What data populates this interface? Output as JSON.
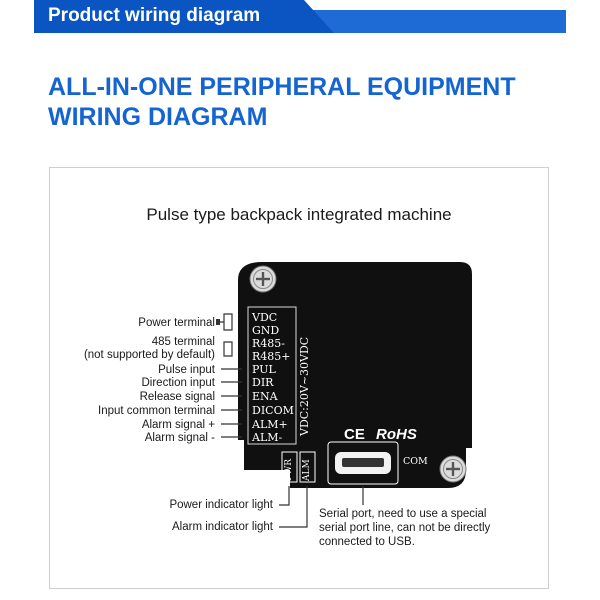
{
  "banner": {
    "title": "Product wiring diagram"
  },
  "heading": {
    "line1": "ALL-IN-ONE PERIPHERAL EQUIPMENT",
    "line2": "WIRING DIAGRAM"
  },
  "diagram": {
    "title": "Pulse type backpack integrated machine",
    "pins": [
      "VDC",
      "GND",
      "R485-",
      "R485+",
      "PUL",
      "DIR",
      "ENA",
      "DICOM",
      "ALM+",
      "ALM-"
    ],
    "labels": {
      "power_terminal": "Power terminal",
      "terminal_485": "485 terminal",
      "terminal_485_note": "(not supported by default)",
      "pulse_input": "Pulse input",
      "direction_input": "Direction input",
      "release_signal": "Release signal",
      "input_common_terminal": "Input common terminal",
      "alarm_signal_plus": "Alarm signal +",
      "alarm_signal_minus": "Alarm signal -",
      "power_indicator_light": "Power indicator light",
      "alarm_indicator_light": "Alarm indicator light",
      "serial_port_line1": "Serial port, need to use a special",
      "serial_port_line2": "serial port line, can not be directly",
      "serial_port_line3": "connected to USB."
    },
    "board": {
      "voltage": "VDC:20V~30VDC",
      "ce": "CE",
      "rohs": "RoHS",
      "com": "COM",
      "pwr": "PWR",
      "alm": "ALM"
    }
  }
}
